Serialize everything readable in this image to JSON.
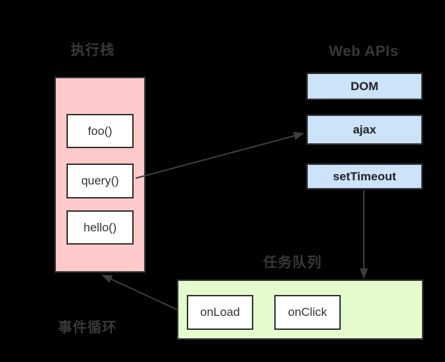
{
  "diagram": {
    "execution_stack": {
      "title": "执行栈",
      "frames": [
        "foo()",
        "query()",
        "hello()"
      ],
      "fill": "#ffcaca"
    },
    "web_apis": {
      "title": "Web APIs",
      "items": [
        "DOM",
        "ajax",
        "setTimeout"
      ],
      "fill": "#cce3fa"
    },
    "task_queue": {
      "title": "任务队列",
      "tasks": [
        "onLoad",
        "onClick"
      ],
      "fill": "#e4fbce"
    },
    "event_loop_label": "事件循环",
    "colors": {
      "background": "#000000",
      "border_and_arrows": "#3d3d3d",
      "label_text": "#383838"
    },
    "edges": [
      {
        "from": "query()",
        "to": "ajax"
      },
      {
        "from": "setTimeout",
        "to": "任务队列"
      },
      {
        "from": "任务队列",
        "to": "执行栈"
      }
    ]
  }
}
